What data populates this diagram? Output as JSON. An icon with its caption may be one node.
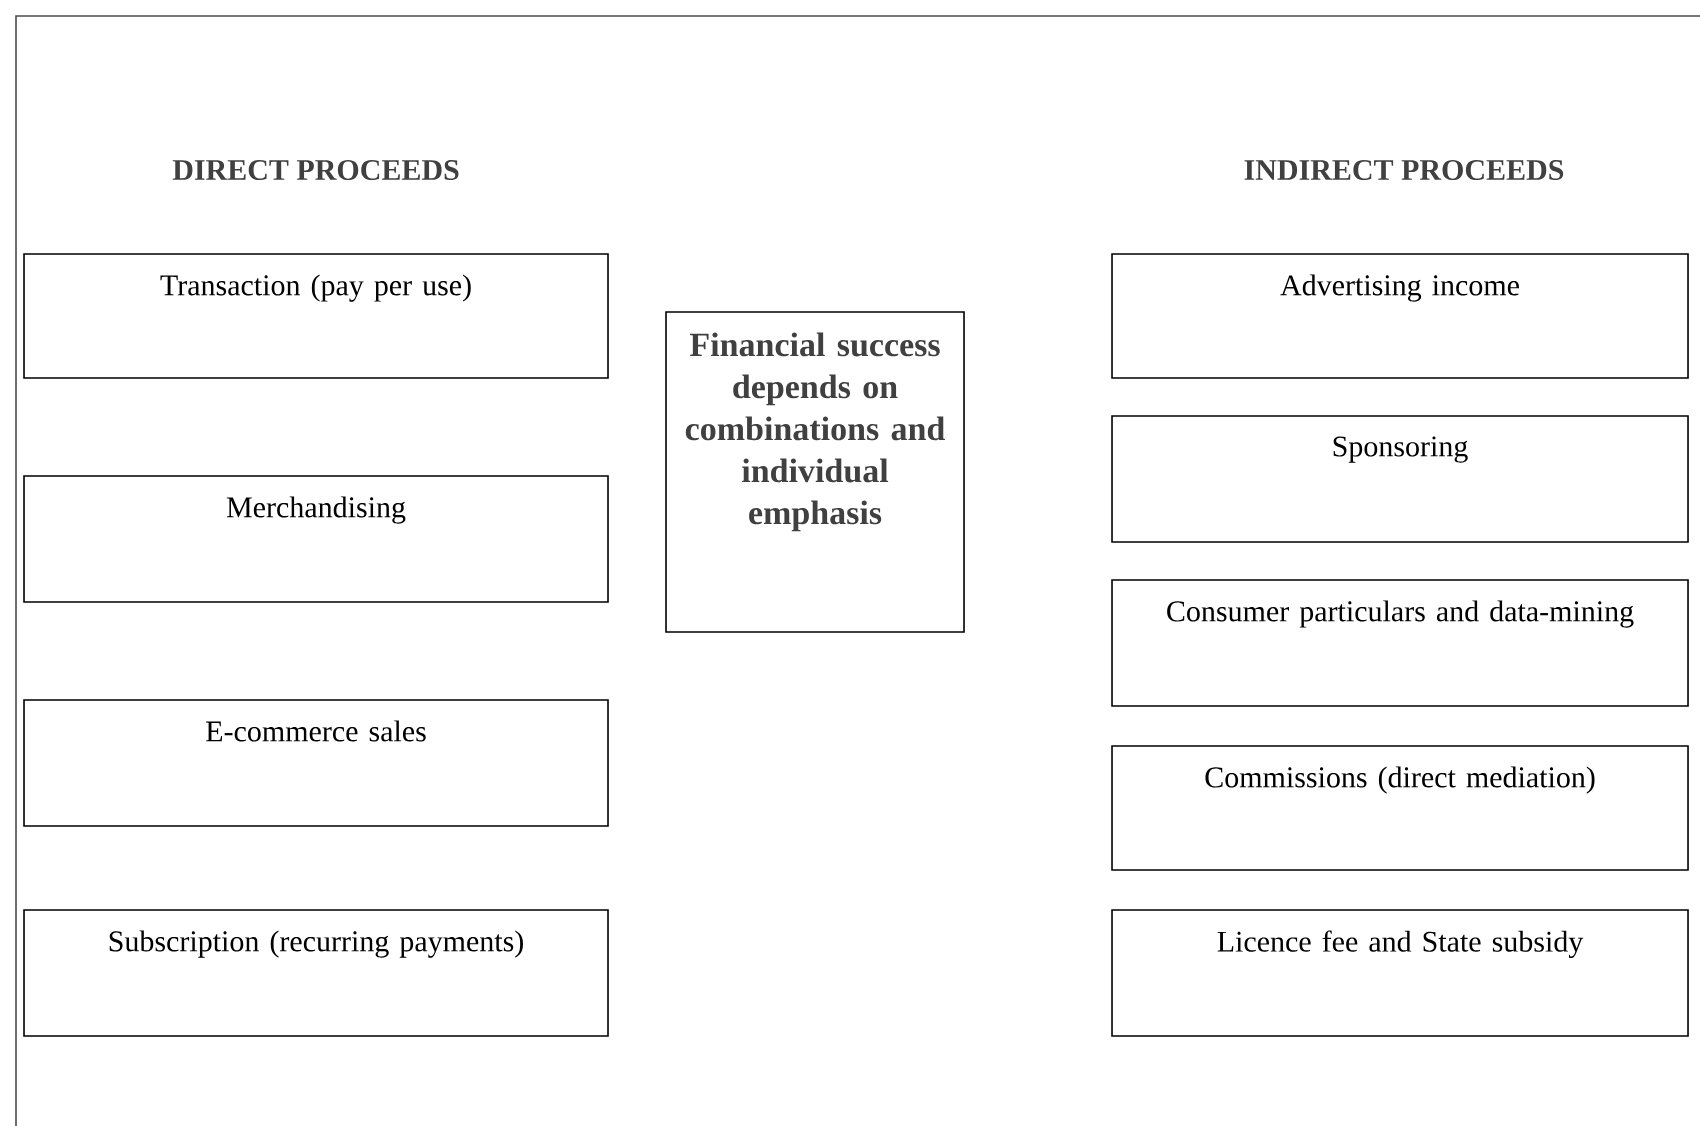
{
  "diagram": {
    "nodes": [
      {
        "text": [
          "Transaction (pay per use)"
        ]
      },
      {
        "text": [
          "Merchandising"
        ]
      },
      {
        "text": [
          "E-commerce sales"
        ]
      },
      {
        "text": [
          "Subscription (recurring payments)"
        ]
      },
      {
        "text": [
          "Financial success depends on combinations and individual emphasis"
        ]
      },
      {
        "text": [
          "Advertising income"
        ]
      },
      {
        "text": [
          "Sponsoring"
        ]
      },
      {
        "text": [
          "Consumer particulars and data-mining"
        ]
      },
      {
        "text": [
          "Commissions (direct mediation)"
        ]
      },
      {
        "text": [
          "Licence fee and State subsidy"
        ]
      }
    ],
    "labels": [
      "DIRECT PROCEEDS",
      "INDIRECT PROCEEDS"
    ]
  }
}
